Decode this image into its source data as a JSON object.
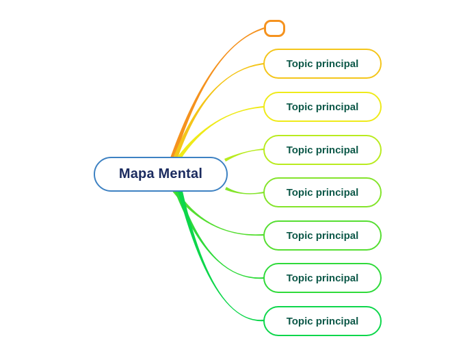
{
  "canvas": {
    "background": "#ffffff"
  },
  "root_node": {
    "label": "Mapa Mental",
    "border_color": "#3D81C2",
    "text_color": "#1B2B5F",
    "fill": "#FFFFFF"
  },
  "topic_text_color": "#0D5848",
  "branches": [
    {
      "label": "",
      "color": "#F5921E",
      "empty": true
    },
    {
      "label": "Topic principal",
      "color": "#F4C519"
    },
    {
      "label": "Topic principal",
      "color": "#EFEA19"
    },
    {
      "label": "Topic principal",
      "color": "#B9EB1F"
    },
    {
      "label": "Topic principal",
      "color": "#83E42A"
    },
    {
      "label": "Topic principal",
      "color": "#55DE31"
    },
    {
      "label": "Topic principal",
      "color": "#2FDA3A"
    },
    {
      "label": "Topic principal",
      "color": "#0DD64B"
    }
  ]
}
